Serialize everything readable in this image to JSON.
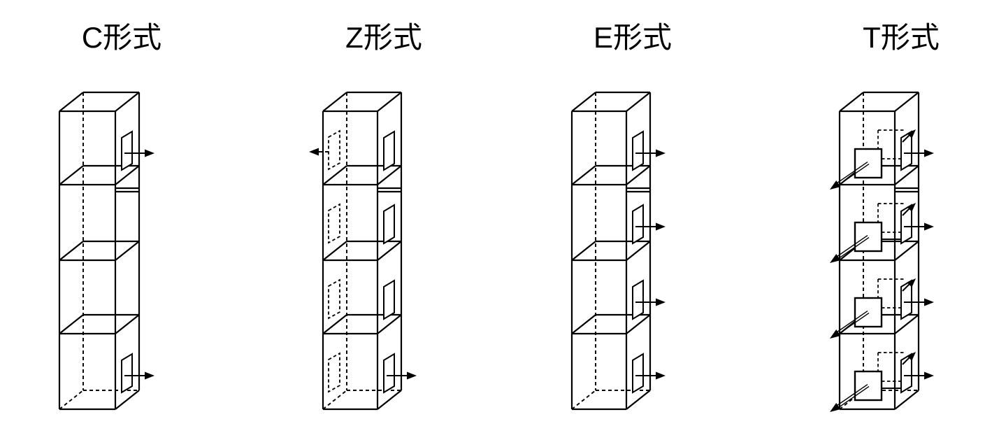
{
  "page": {
    "background": "#ffffff",
    "line_color": "#000000"
  },
  "diagram": {
    "columns": [
      {
        "id": "C",
        "label": "C形式",
        "units": [
          {
            "right_window": true,
            "right_arrow": true
          },
          {},
          {},
          {
            "right_window": true,
            "right_arrow": true
          }
        ]
      },
      {
        "id": "Z",
        "label": "Z形式",
        "units": [
          {
            "right_window": true,
            "left_window": true,
            "left_arrow": true
          },
          {
            "right_window": true,
            "left_window": true
          },
          {
            "right_window": true,
            "left_window": true
          },
          {
            "right_window": true,
            "left_window": true,
            "right_arrow": true
          }
        ]
      },
      {
        "id": "E",
        "label": "E形式",
        "units": [
          {
            "right_window": true,
            "right_arrow": true
          },
          {
            "right_window": true,
            "right_arrow": true
          },
          {
            "right_window": true,
            "right_arrow": true
          },
          {
            "right_window": true,
            "right_arrow": true
          }
        ]
      },
      {
        "id": "T",
        "label": "T形式",
        "units": [
          {
            "right_window": true,
            "right_arrow": true,
            "front_square": true,
            "front_arrow": true,
            "route": true
          },
          {
            "right_window": true,
            "right_arrow": true,
            "front_square": true,
            "front_arrow": true,
            "route": true
          },
          {
            "right_window": true,
            "right_arrow": true,
            "front_square": true,
            "front_arrow": true,
            "route": true
          },
          {
            "right_window": true,
            "right_arrow": true,
            "front_square": true,
            "front_arrow": true,
            "route": true
          }
        ]
      }
    ]
  }
}
